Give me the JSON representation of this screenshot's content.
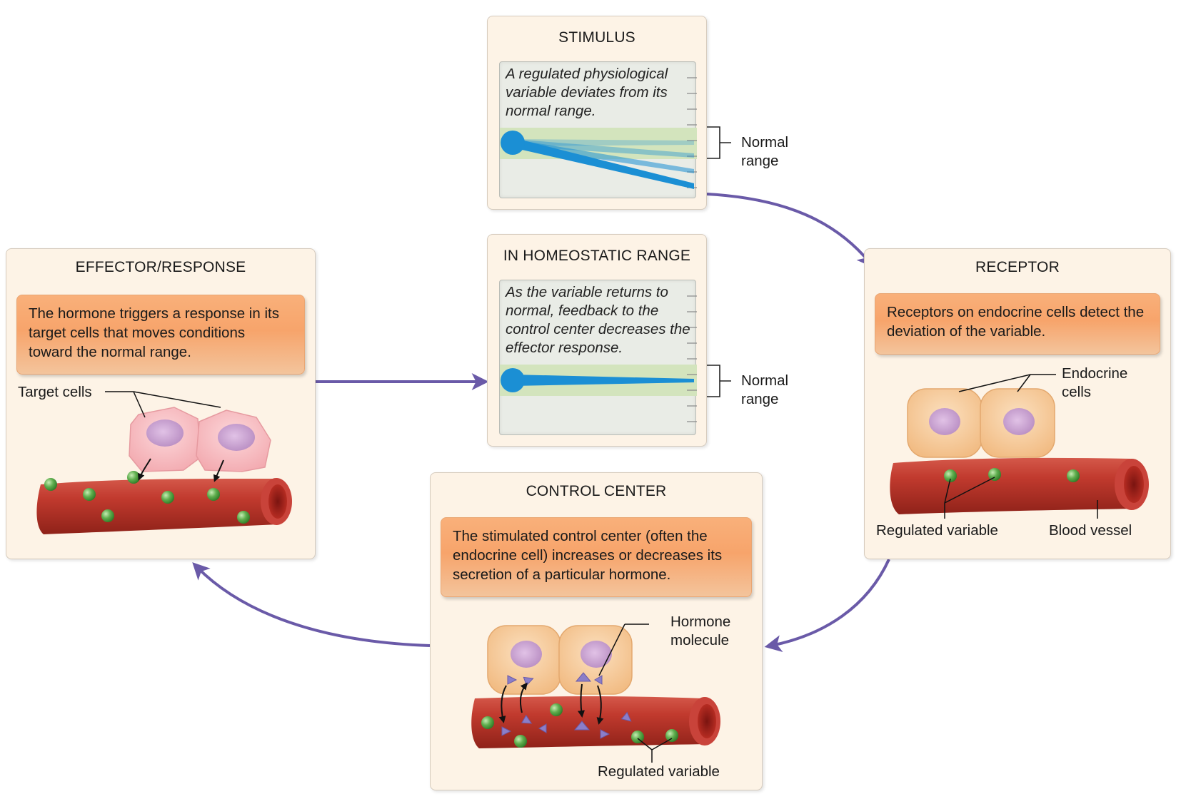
{
  "stimulus": {
    "title": "STIMULUS",
    "gauge_text": "A regulated physiological variable deviates from its normal range.",
    "range_label": "Normal\nrange"
  },
  "homeostatic": {
    "title": "IN HOMEOSTATIC RANGE",
    "gauge_text": "As the variable returns to normal, feedback to the control center decreases the effector response.",
    "range_label": "Normal\nrange"
  },
  "receptor": {
    "title": "RECEPTOR",
    "description": "Receptors on endocrine cells detect the deviation of the variable.",
    "endocrine_label": "Endocrine\ncells",
    "regulated_label": "Regulated variable",
    "vessel_label": "Blood vessel"
  },
  "control_center": {
    "title": "CONTROL CENTER",
    "description": "The stimulated control center (often the endocrine cell) increases or decreases its secretion of a particular hormone.",
    "hormone_label": "Hormone\nmolecule",
    "regulated_label": "Regulated variable"
  },
  "effector": {
    "title": "EFFECTOR/RESPONSE",
    "description": "The hormone triggers a response in its target cells that moves conditions toward the normal range.",
    "target_label": "Target cells"
  },
  "colors": {
    "arrow": "#6a5aa8",
    "panel_bg": "#fdf3e6",
    "orange_box": "#f7a46b",
    "gauge_blue": "#1b8fd4",
    "normal_band": "#d3e4bd",
    "vessel": "#b8342a",
    "endocrine_cell": "#f5c795",
    "target_cell": "#f5b3b8",
    "hormone": "#8b7ec8",
    "molecule": "#5fae4e"
  }
}
